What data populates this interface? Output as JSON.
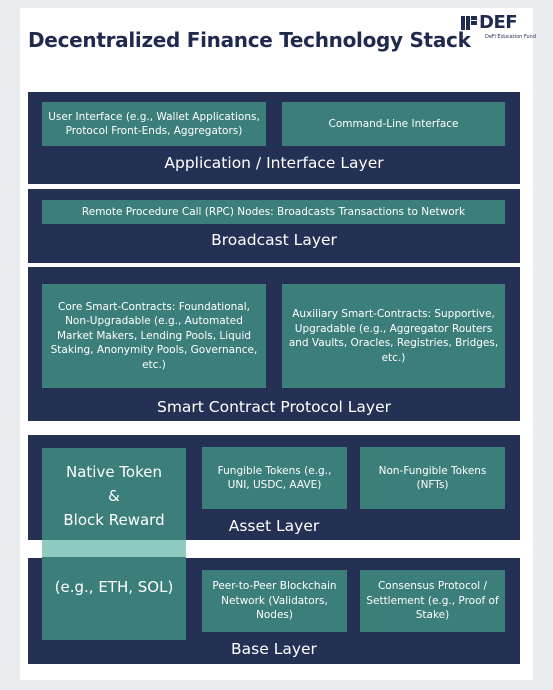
{
  "header": {
    "title": "Decentralized Finance Technology Stack",
    "logo_text": "DEF",
    "logo_subtext": "DeFi Education Fund"
  },
  "colors": {
    "layer_background": "#253055",
    "box_background": "#3c7e7a",
    "band_highlight": "#8fcbc0",
    "title_text": "#1f2a4e"
  },
  "layers": {
    "application": {
      "label": "Application / Interface Layer",
      "boxes": [
        "User Interface (e.g., Wallet Applications, Protocol Front-Ends, Aggregators)",
        "Command-Line Interface"
      ]
    },
    "broadcast": {
      "label": "Broadcast Layer",
      "boxes": [
        "Remote Procedure Call (RPC) Nodes: Broadcasts Transactions to Network"
      ]
    },
    "smart_contract": {
      "label": "Smart Contract Protocol Layer",
      "boxes": [
        "Core Smart-Contracts: Foundational, Non-Upgradable (e.g., Automated Market Makers, Lending Pools, Liquid Staking, Anonymity Pools, Governance, etc.)",
        "Auxiliary Smart-Contracts: Supportive, Upgradable (e.g., Aggregator Routers and Vaults, Oracles, Registries, Bridges, etc.)"
      ]
    },
    "asset": {
      "label": "Asset Layer",
      "boxes": [
        "Fungible Tokens (e.g., UNI, USDC, AAVE)",
        "Non-Fungible Tokens (NFTs)"
      ]
    },
    "base": {
      "label": "Base Layer",
      "boxes": [
        "Peer-to-Peer Blockchain Network (Validators, Nodes)",
        "Consensus Protocol / Settlement (e.g., Proof of Stake)"
      ]
    }
  },
  "native_token": {
    "line1": "Native Token",
    "line2": "&",
    "line3": "Block Reward",
    "example": "(e.g., ETH, SOL)"
  }
}
